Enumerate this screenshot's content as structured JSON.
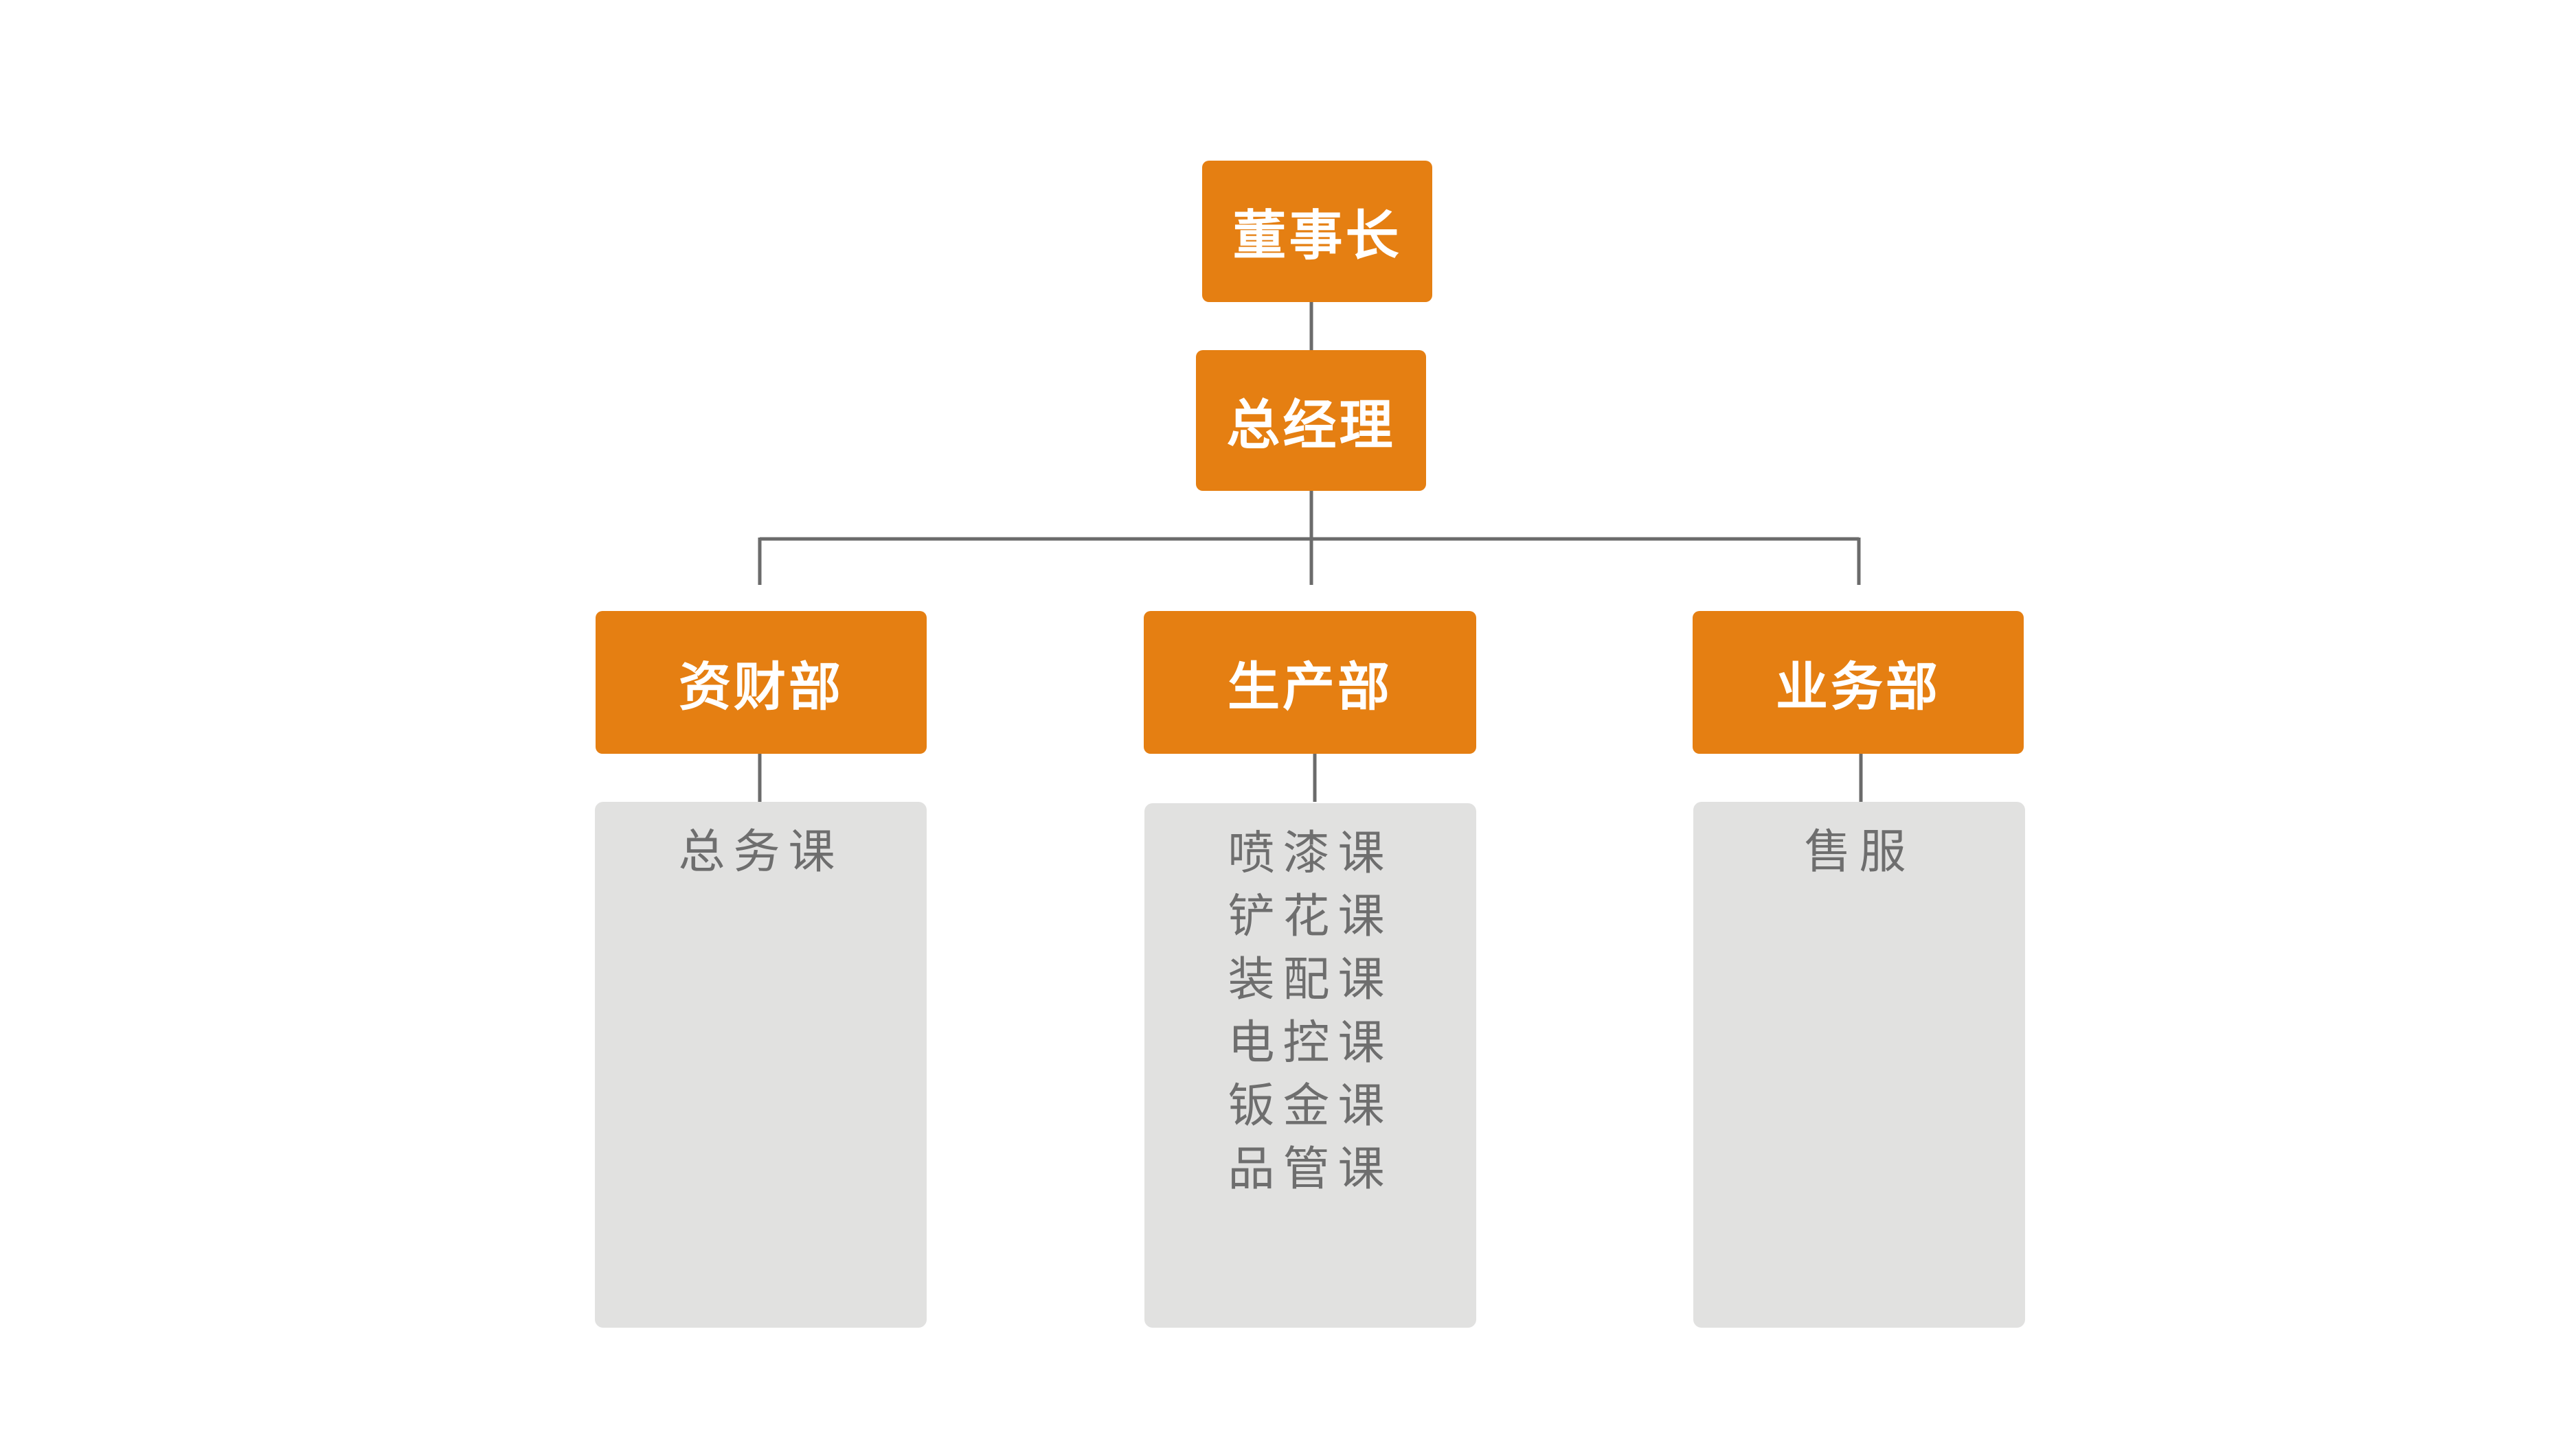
{
  "org": {
    "chairman": "董事长",
    "general_manager": "总经理",
    "departments": [
      {
        "name": "资财部",
        "sections": [
          "总务课"
        ]
      },
      {
        "name": "生产部",
        "sections": [
          "喷漆课",
          "铲花课",
          "装配课",
          "电控课",
          "钣金课",
          "品管课"
        ]
      },
      {
        "name": "业务部",
        "sections": [
          "售服"
        ]
      }
    ]
  },
  "colors": {
    "node_fill": "#E57F12",
    "panel_fill": "#E1E1E0",
    "connector": "#6B6B6B",
    "section_text": "#6E6E6E"
  }
}
